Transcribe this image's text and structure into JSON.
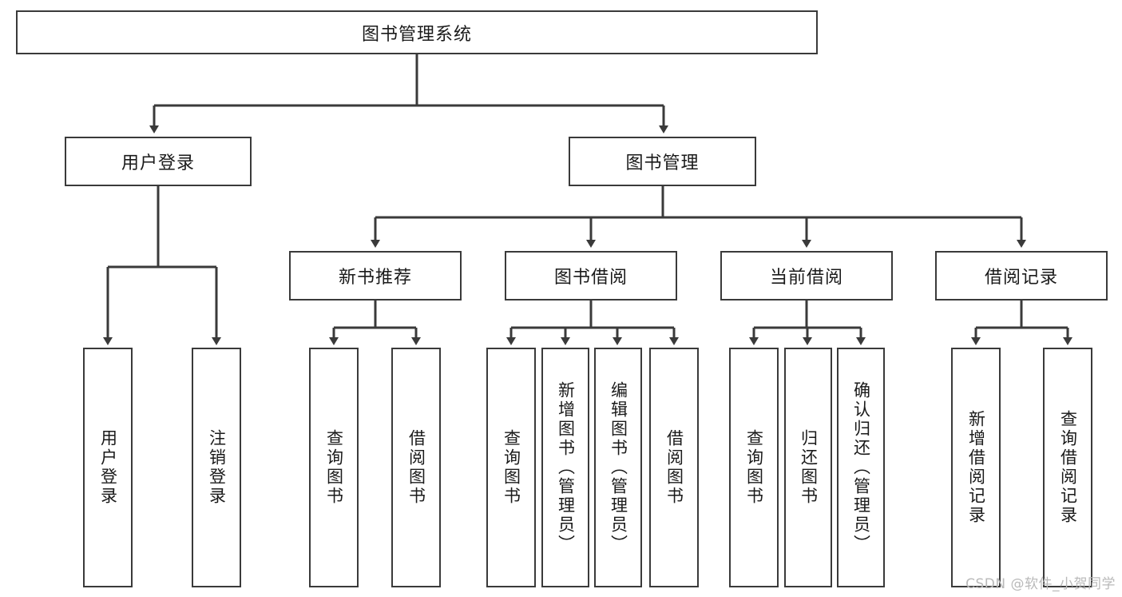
{
  "diagram": {
    "type": "tree",
    "title": "图书管理系统",
    "watermark": "CSDN @软件_小贺同学",
    "colors": {
      "box_border": "#3a3a3a",
      "box_fill": "#ffffff",
      "connector": "#3a3a3a",
      "text": "#1a1a1a",
      "watermark": "#b9b9b9"
    },
    "nodes": {
      "root": {
        "label": "图书管理系统"
      },
      "level2": [
        {
          "id": "user-login",
          "label": "用户登录"
        },
        {
          "id": "book-manage",
          "label": "图书管理"
        }
      ],
      "level3": [
        {
          "id": "new-book-recommend",
          "label": "新书推荐"
        },
        {
          "id": "book-borrow",
          "label": "图书借阅"
        },
        {
          "id": "current-borrow",
          "label": "当前借阅"
        },
        {
          "id": "borrow-record",
          "label": "借阅记录"
        }
      ],
      "leaves": {
        "user-login": [
          {
            "id": "leaf-user-login",
            "label": "用户登录"
          },
          {
            "id": "leaf-logout-login",
            "label": "注销登录"
          }
        ],
        "new-book-recommend": [
          {
            "id": "leaf-query-book-1",
            "label": "查询图书"
          },
          {
            "id": "leaf-borrow-book-1",
            "label": "借阅图书"
          }
        ],
        "book-borrow": [
          {
            "id": "leaf-query-book-2",
            "label": "查询图书"
          },
          {
            "id": "leaf-add-book",
            "label": "新增图书（管理员）"
          },
          {
            "id": "leaf-edit-book",
            "label": "编辑图书（管理员）"
          },
          {
            "id": "leaf-borrow-book-2",
            "label": "借阅图书"
          }
        ],
        "current-borrow": [
          {
            "id": "leaf-query-book-3",
            "label": "查询图书"
          },
          {
            "id": "leaf-return-book",
            "label": "归还图书"
          },
          {
            "id": "leaf-confirm-return",
            "label": "确认归还（管理员）"
          }
        ],
        "borrow-record": [
          {
            "id": "leaf-add-record",
            "label": "新增借阅记录"
          },
          {
            "id": "leaf-query-record",
            "label": "查询借阅记录"
          }
        ]
      }
    }
  }
}
